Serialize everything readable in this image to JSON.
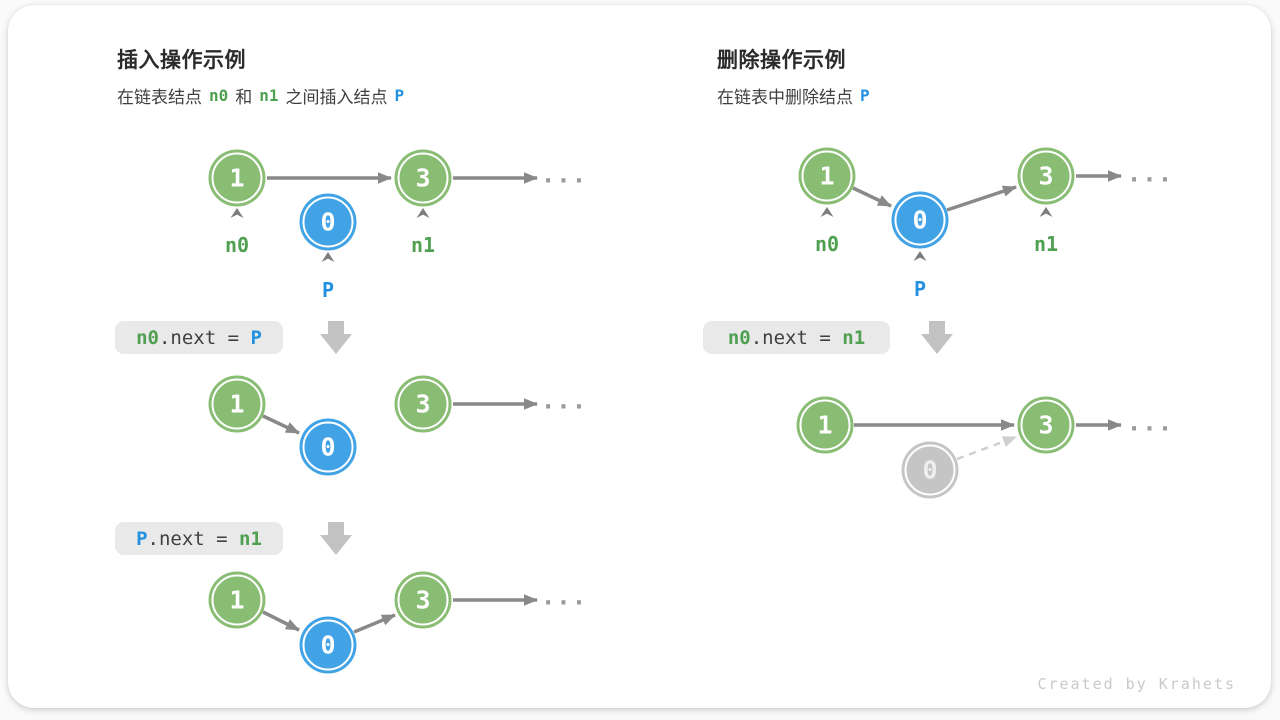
{
  "left_panel": {
    "title": "插入操作示例",
    "subtitle": {
      "t1": "在链表结点",
      "v1": "n0",
      "t2": "和",
      "v2": "n1",
      "t3": "之间插入结点",
      "v3": "P"
    },
    "code1": {
      "a": "n0",
      "mid": ".next = ",
      "b": "P"
    },
    "code2": {
      "a": "P",
      "mid": ".next = ",
      "b": "n1"
    },
    "labels": {
      "n0": "n0",
      "n1": "n1",
      "p": "P"
    }
  },
  "right_panel": {
    "title": "删除操作示例",
    "subtitle": {
      "t1": "在链表中删除结点",
      "v1": "P"
    },
    "code1": {
      "a": "n0",
      "mid": ".next = ",
      "b": "n1"
    },
    "labels": {
      "n0": "n0",
      "n1": "n1",
      "p": "P"
    }
  },
  "node_values": {
    "first": "1",
    "inserted": "0",
    "third": "3"
  },
  "ellipsis": "...",
  "watermark": "Created by Krahets",
  "colors": {
    "node_green": "#89bd74",
    "node_blue": "#41a3e6",
    "node_gray": "#c5c5c5",
    "label_green": "#4fa051",
    "label_blue": "#2191e0",
    "arrow_gray": "#898989",
    "code_box_bg": "#e9e9e9"
  }
}
